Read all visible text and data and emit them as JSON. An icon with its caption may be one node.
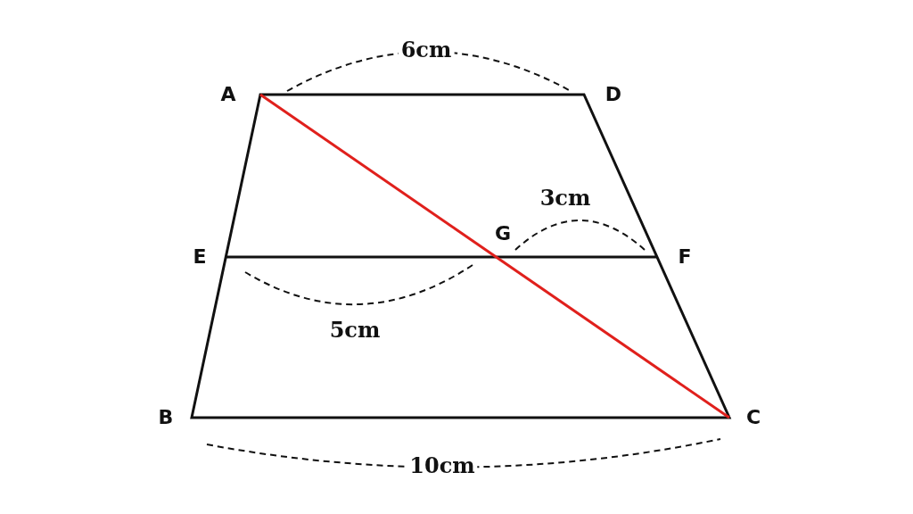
{
  "diagram": {
    "labels": [
      "6cm",
      "A",
      "D",
      "3cm",
      "E",
      "G",
      "F",
      "5cm",
      "B",
      "C",
      "10cm"
    ]
  }
}
